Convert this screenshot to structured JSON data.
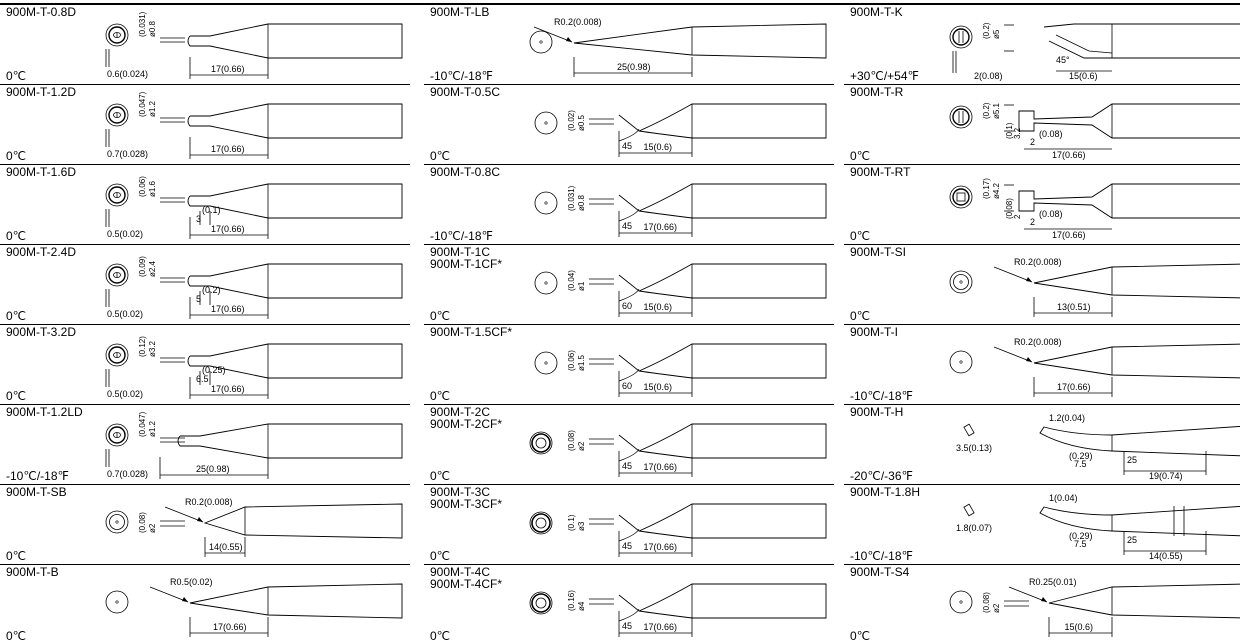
{
  "columns": [
    {
      "entries": [
        {
          "names": [
            "900M-T-0.8D"
          ],
          "temp": "0℃",
          "kind": "D",
          "dia": [
            "(0.031)",
            "ø0.8"
          ],
          "len": "17(0.66)",
          "tipsize": "0.6(0.024)"
        },
        {
          "names": [
            "900M-T-1.2D"
          ],
          "temp": "0℃",
          "kind": "D",
          "dia": [
            "(0.047)",
            "ø1.2"
          ],
          "len": "17(0.66)",
          "tipsize": "0.7(0.028)"
        },
        {
          "names": [
            "900M-T-1.6D"
          ],
          "temp": "0℃",
          "kind": "D",
          "dia": [
            "(0.06)",
            "ø1.6"
          ],
          "len": "17(0.66)",
          "tipsize": "0.5(0.02)",
          "bevel": [
            "3",
            "(0.1)"
          ]
        },
        {
          "names": [
            "900M-T-2.4D"
          ],
          "temp": "0℃",
          "kind": "D",
          "dia": [
            "(0.09)",
            "ø2.4"
          ],
          "len": "17(0.66)",
          "tipsize": "0.5(0.02)",
          "bevel": [
            "5",
            "(0.2)"
          ]
        },
        {
          "names": [
            "900M-T-3.2D"
          ],
          "temp": "0℃",
          "kind": "D",
          "dia": [
            "(0.12)",
            "ø3.2"
          ],
          "len": "17(0.66)",
          "tipsize": "0.5(0.02)",
          "bevel": [
            "6.5",
            "(0.25)"
          ]
        },
        {
          "names": [
            "900M-T-1.2LD"
          ],
          "temp": "-10℃/-18℉",
          "kind": "LD",
          "dia": [
            "(0.047)",
            "ø1.2"
          ],
          "len": "25(0.98)",
          "tipsize": "0.7(0.028)"
        },
        {
          "names": [
            "900M-T-SB"
          ],
          "temp": "0℃",
          "kind": "SB",
          "dia": [
            "(0.08)",
            "ø2"
          ],
          "len": "14(0.55)",
          "radius": "R0.2(0.008)"
        },
        {
          "names": [
            "900M-T-B"
          ],
          "temp": "0℃",
          "kind": "B",
          "len": "17(0.66)",
          "radius": "R0.5(0.02)"
        }
      ]
    },
    {
      "entries": [
        {
          "names": [
            "900M-T-LB"
          ],
          "temp": "-10℃/-18℉",
          "kind": "LB",
          "len": "25(0.98)",
          "radius": "R0.2(0.008)"
        },
        {
          "names": [
            "900M-T-0.5C"
          ],
          "temp": "0℃",
          "kind": "C",
          "dia": [
            "(0.02)",
            "ø0.5"
          ],
          "len": "15(0.6)",
          "angle": "45"
        },
        {
          "names": [
            "900M-T-0.8C"
          ],
          "temp": "-10℃/-18℉",
          "kind": "C",
          "dia": [
            "(0.031)",
            "ø0.8"
          ],
          "len": "17(0.66)",
          "angle": "45"
        },
        {
          "names": [
            "900M-T-1C",
            "900M-T-1CF*"
          ],
          "temp": "0℃",
          "kind": "C",
          "dia": [
            "(0.04)",
            "ø1"
          ],
          "len": "15(0.6)",
          "angle": "60"
        },
        {
          "names": [
            "900M-T-1.5CF*"
          ],
          "temp": "0℃",
          "kind": "C",
          "dia": [
            "(0.06)",
            "ø1.5"
          ],
          "len": "15(0.6)",
          "angle": "60"
        },
        {
          "names": [
            "900M-T-2C",
            "900M-T-2CF*"
          ],
          "temp": "0℃",
          "kind": "CF",
          "dia": [
            "(0.08)",
            "ø2"
          ],
          "len": "17(0.66)",
          "angle": "45"
        },
        {
          "names": [
            "900M-T-3C",
            "900M-T-3CF*"
          ],
          "temp": "0℃",
          "kind": "CF",
          "dia": [
            "(0.1)",
            "ø3"
          ],
          "len": "17(0.66)",
          "angle": "45"
        },
        {
          "names": [
            "900M-T-4C",
            "900M-T-4CF*"
          ],
          "temp": "0℃",
          "kind": "CF",
          "dia": [
            "(0.16)",
            "ø4"
          ],
          "len": "17(0.66)",
          "angle": "45"
        }
      ]
    },
    {
      "entries": [
        {
          "names": [
            "900M-T-K"
          ],
          "temp": "+30℃/+54℉",
          "kind": "K",
          "dia": [
            "(0.2)",
            "ø5"
          ],
          "len": "15(0.6)",
          "angle": "45°",
          "tipsize": "2(0.08)"
        },
        {
          "names": [
            "900M-T-R"
          ],
          "temp": "0℃",
          "kind": "R",
          "dia": [
            "(0.2)",
            "ø5.1"
          ],
          "len": "17(0.66)",
          "slot": [
            "(0.1)",
            "3.2",
            "2",
            "(0.08)"
          ]
        },
        {
          "names": [
            "900M-T-RT"
          ],
          "temp": "0℃",
          "kind": "R",
          "dia": [
            "(0.17)",
            "ø4.2"
          ],
          "len": "17(0.66)",
          "slot": [
            "(0.08)",
            "2",
            "2",
            "(0.08)"
          ]
        },
        {
          "names": [
            "900M-T-SI"
          ],
          "temp": "0℃",
          "kind": "SI",
          "len": "13(0.51)",
          "radius": "R0.2(0.008)"
        },
        {
          "names": [
            "900M-T-I"
          ],
          "temp": "-10℃/-18℉",
          "kind": "I",
          "len": "17(0.66)",
          "radius": "R0.2(0.008)"
        },
        {
          "names": [
            "900M-T-H"
          ],
          "temp": "-20℃/-36℉",
          "kind": "H",
          "len": "19(0.74)",
          "bend": [
            "1.2(0.04)",
            "3.5(0.13)",
            "(0.29)",
            "7.5",
            "25"
          ]
        },
        {
          "names": [
            "900M-T-1.8H"
          ],
          "temp": "-10℃/-18℉",
          "kind": "H2",
          "len": "14(0.55)",
          "bend": [
            "1(0.04)",
            "1.8(0.07)",
            "(0.29)",
            "7.5",
            "25"
          ]
        },
        {
          "names": [
            "900M-T-S4"
          ],
          "temp": "0℃",
          "kind": "S4",
          "dia": [
            "(0.08)",
            "ø2"
          ],
          "len": "15(0.6)",
          "radius": "R0.25(0.01)"
        }
      ]
    }
  ]
}
